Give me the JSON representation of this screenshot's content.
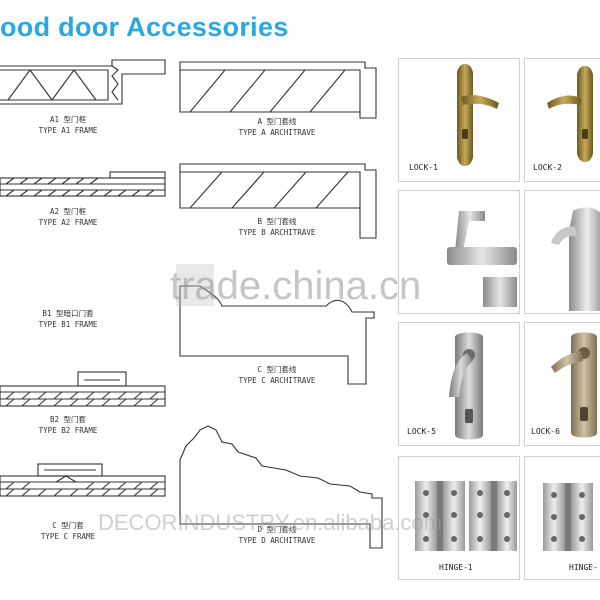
{
  "header": {
    "title": "ood door Accessories"
  },
  "profiles": {
    "a1": {
      "cn": "A1 型门框",
      "en": "TYPE A1 FRAME"
    },
    "a2": {
      "cn": "A2 型门框",
      "en": "TYPE A2 FRAME"
    },
    "b1": {
      "cn": "B1 型暗口门套",
      "en": "TYPE B1 FRAME"
    },
    "b2": {
      "cn": "B2 型门套",
      "en": "TYPE B2 FRAME"
    },
    "c": {
      "cn": "C 型门套",
      "en": "TYPE C FRAME"
    },
    "arch_a": {
      "cn": "A 型门套线",
      "en": "TYPE A ARCHITRAVE"
    },
    "arch_b": {
      "cn": "B 型门套线",
      "en": "TYPE B ARCHITRAVE"
    },
    "arch_c": {
      "cn": "C 型门套线",
      "en": "TYPE C ARCHITRAVE"
    },
    "arch_d": {
      "cn": "D 型门套线",
      "en": "TYPE D ARCHITRAVE"
    }
  },
  "products": [
    {
      "label": "LOCK-1"
    },
    {
      "label": "LOCK-2"
    },
    {
      "label": "LOCK-5"
    },
    {
      "label": "LOCK-6"
    },
    {
      "label": "HINGE-1"
    },
    {
      "label": "HINGE-"
    }
  ],
  "watermarks": {
    "primary": "trade.china.cn",
    "secondary": "DECORINDUSTRY.en.alibaba.com"
  },
  "colors": {
    "title": "#2aa8e0",
    "line": "#333333",
    "brass": "#a68a3e",
    "steel": "#b8b8b8"
  }
}
